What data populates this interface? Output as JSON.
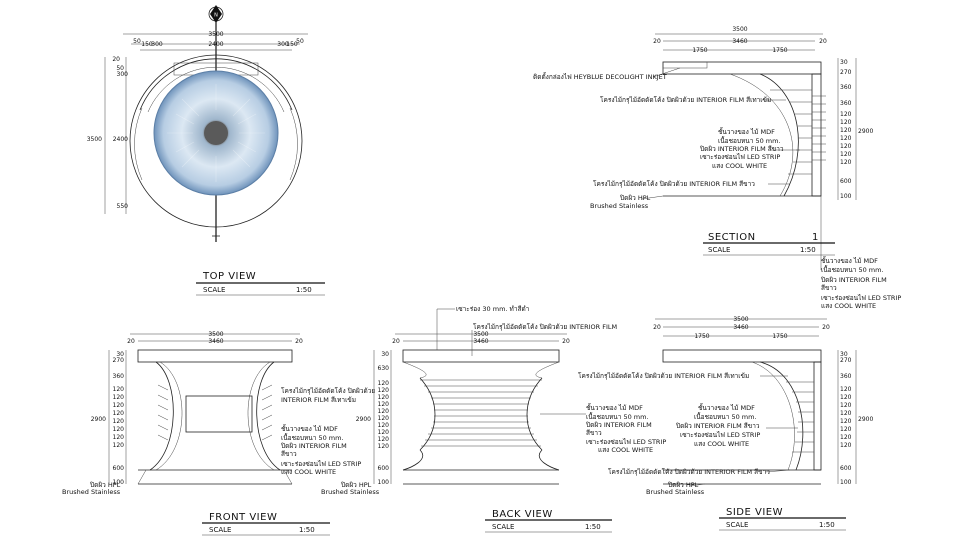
{
  "north_label": "N",
  "top_view": {
    "title": "TOP VIEW",
    "scale_label": "SCALE",
    "scale_value": "1:50",
    "dims_top": [
      "3500",
      "2400",
      "150",
      "300",
      "300",
      "150"
    ],
    "dims_top_labels": [
      "50",
      "150",
      "300",
      "2400",
      "300",
      "150",
      "50"
    ],
    "dims_left": [
      "20",
      "50",
      "300",
      "2400",
      "550"
    ],
    "dim_total_left": "3500"
  },
  "section": {
    "title": "SECTION",
    "number": "1",
    "scale_label": "SCALE",
    "scale_value": "1:50",
    "dim_total": "3500",
    "dim_inner": "3460",
    "dim_side": "20",
    "dim_halves": [
      "1750",
      "1750"
    ],
    "dims_right": [
      "30",
      "270",
      "360",
      "360",
      "2900",
      "600",
      "100"
    ],
    "notes": [
      "ติดตั้งกล่องไฟ HEYBLUE DECOLIGHT INKJET",
      "โครงไม้กรุไม้อัดดัดโค้ง ปิดผิวด้วย INTERIOR FILM สีเทาเข้ม",
      "ชั้นวางของ ไม้ MDF",
      "เนื้อชอบหนา 50 mm.",
      "ปิดผิว INTERIOR FILM สีขาว",
      "เซาะร่องซ่อนไฟ LED STRIP",
      "แสง COOL WHITE",
      "โครงไม้กรุไม้อัดดัดโค้ง ปิดผิวด้วย INTERIOR FILM สีขาว",
      "ปิดผิว HPL",
      "Brushed Stainless"
    ],
    "notes_lower": [
      "ชั้นวางของ ไม้ MDF",
      "เนื้อชอบหนา 50 mm.",
      "ปิดผิว INTERIOR FILM",
      "สีขาว",
      "เซาะร่องซ่อนไฟ LED STRIP",
      "แสง COOL WHITE"
    ]
  },
  "front_view": {
    "title": "FRONT VIEW",
    "scale_label": "SCALE",
    "scale_value": "1:50",
    "dim_total": "3500",
    "dim_inner": "3460",
    "dim_side": "20",
    "dims_left": [
      "30",
      "270",
      "360",
      "2900",
      "600",
      "100"
    ],
    "notes": [
      "โครงไม้กรุไม้อัดดัดโค้ง ปิดผิวด้วย",
      "INTERIOR FILM สีเทาเข้ม",
      "ชั้นวางของ ไม้ MDF",
      "เนื้อชอบหนา 50 mm.",
      "ปิดผิว INTERIOR FILM",
      "สีขาว",
      "เซาะร่องซ่อนไฟ LED STRIP",
      "แสง COOL WHITE",
      "ปิดผิว HPL",
      "Brushed Stainless"
    ],
    "left_notes": [
      "ปิดผิว HPL",
      "Brushed Stainless"
    ]
  },
  "back_view": {
    "title": "BACK VIEW",
    "scale_label": "SCALE",
    "scale_value": "1:50",
    "dim_total": "3500",
    "dim_inner": "3460",
    "dim_side": "20",
    "dims_left": [
      "30",
      "630",
      "2900",
      "600",
      "100"
    ],
    "notes": [
      "เซาะร่อง 30 mm. ทำสีดำ",
      "โครงไม้กรุไม้อัดดัดโค้ง ปิดผิวด้วย INTERIOR FILM",
      "ชั้นวางของ ไม้ MDF",
      "เนื้อชอบหนา 50 mm.",
      "ปิดผิว INTERIOR FILM",
      "สีขาว",
      "เซาะร่องซ่อนไฟ LED STRIP",
      "แสง COOL WHITE"
    ]
  },
  "side_view": {
    "title": "SIDE VIEW",
    "scale_label": "SCALE",
    "scale_value": "1:50",
    "dim_total": "3500",
    "dim_inner": "3460",
    "dim_side": "20",
    "dim_halves": [
      "1750",
      "1750"
    ],
    "dims_right": [
      "30",
      "270",
      "360",
      "2900",
      "600",
      "100"
    ],
    "notes": [
      "โครงไม้กรุไม้อัดดัดโค้ง ปิดผิวด้วย INTERIOR FILM สีเทาเข้ม",
      "ชั้นวางของ ไม้ MDF",
      "เนื้อชอบหนา 50 mm.",
      "ปิดผิว INTERIOR FILM สีขาว",
      "เซาะร่องซ่อนไฟ LED STRIP",
      "แสง COOL WHITE",
      "โครงไม้กรุไม้อัดดัดโค้ง ปิดผิวด้วย INTERIOR FILM สีขาว",
      "ปิดผิว HPL",
      "Brushed Stainless"
    ]
  },
  "colors": {
    "line": "#222222",
    "iris_outer": "#7fa2c8",
    "iris_inner": "#dce8f3",
    "pupil": "#6a6a6a"
  }
}
